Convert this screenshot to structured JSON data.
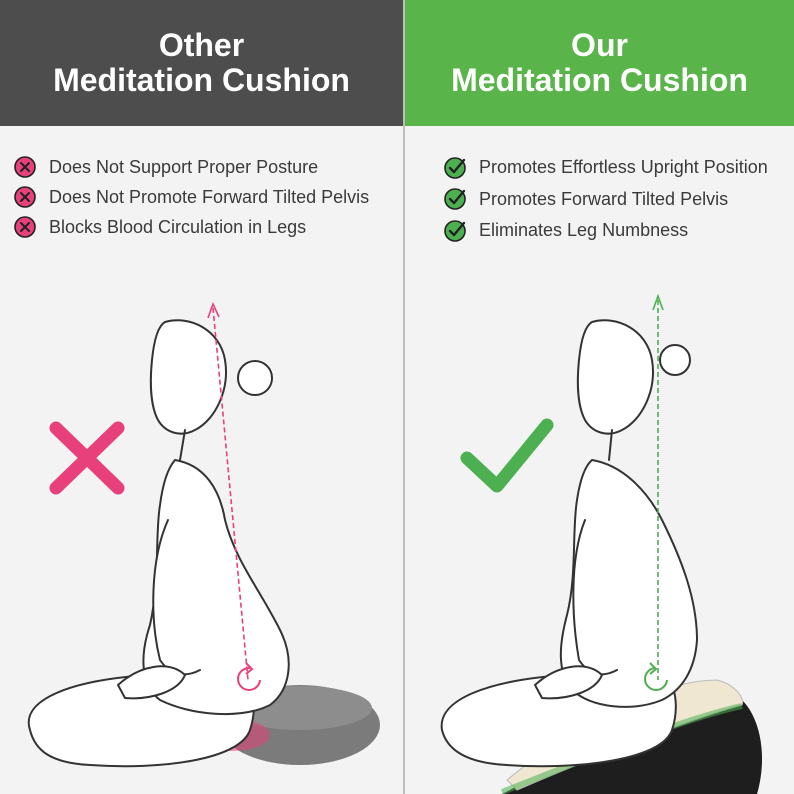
{
  "left": {
    "title_line1": "Other",
    "title_line2": "Meditation Cushion",
    "items": [
      {
        "icon": "x-circle-icon",
        "text": "Does Not Support Proper Posture"
      },
      {
        "icon": "x-circle-icon",
        "text": "Does Not Promote Forward Tilted Pelvis"
      },
      {
        "icon": "x-circle-icon",
        "text": "Blocks Blood Circulation in Legs"
      }
    ],
    "accent": "#e8407a",
    "header_color": "#4d4d4d"
  },
  "right": {
    "title_line1": "Our",
    "title_line2": "Meditation Cushion",
    "items": [
      {
        "icon": "check-circle-icon",
        "text": "Promotes Effortless Upright Position"
      },
      {
        "icon": "check-circle-icon",
        "text": "Promotes Forward Tilted Pelvis"
      },
      {
        "icon": "check-circle-icon",
        "text": "Eliminates Leg Numbness"
      }
    ],
    "accent": "#4caf50",
    "header_color": "#59b54a"
  }
}
